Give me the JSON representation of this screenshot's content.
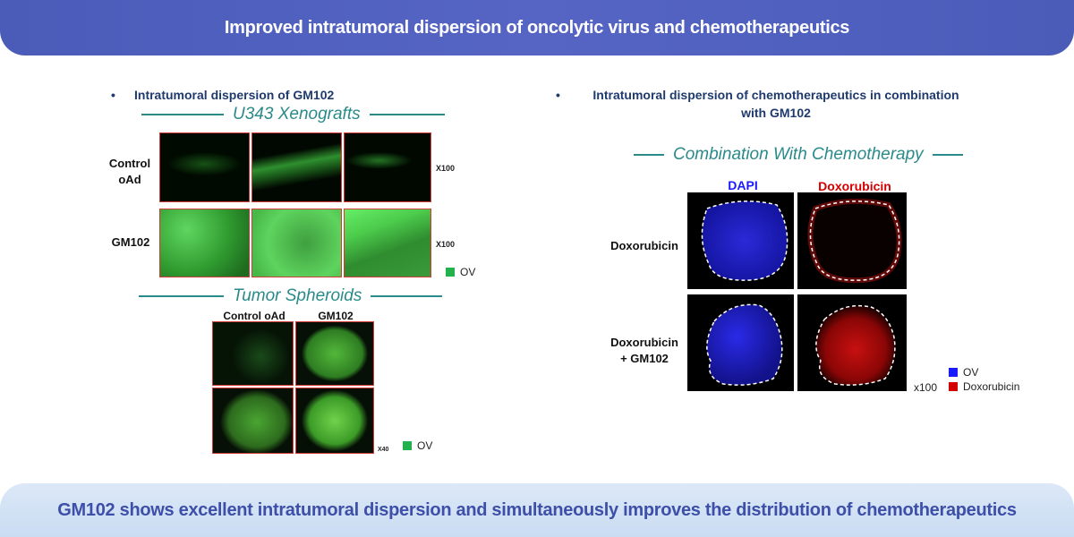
{
  "header": {
    "title": "Improved intratumoral dispersion of oncolytic virus and chemotherapeutics"
  },
  "footer": {
    "summary": "GM102 shows excellent intratumoral dispersion and simultaneously improves the distribution of chemotherapeutics"
  },
  "left": {
    "bullet": "Intratumoral dispersion of GM102",
    "xenografts": {
      "title": "U343 Xenografts",
      "rows": [
        "Control\noAd",
        "GM102"
      ],
      "magnification": "X100"
    },
    "legend_ov": "OV",
    "spheroids": {
      "title": "Tumor Spheroids",
      "cols": [
        "Control oAd",
        "GM102"
      ],
      "magnification": "X40"
    }
  },
  "right": {
    "bullet_line1": "Intratumoral dispersion of chemotherapeutics in combination",
    "bullet_line2": "with GM102",
    "combination": {
      "title": "Combination With Chemotherapy",
      "col_dapi": "DAPI",
      "col_dox": "Doxorubicin",
      "row1": "Doxorubicin",
      "row2_line1": "Doxorubicin",
      "row2_line2": "+ GM102",
      "magnification": "x100"
    },
    "legend": {
      "ov": "OV",
      "dox": "Doxorubicin"
    }
  },
  "colors": {
    "ov_green": "#22b14c",
    "dapi_blue": "#1a1aff",
    "dox_red": "#d40000",
    "accent_teal": "#2a8a8a"
  }
}
